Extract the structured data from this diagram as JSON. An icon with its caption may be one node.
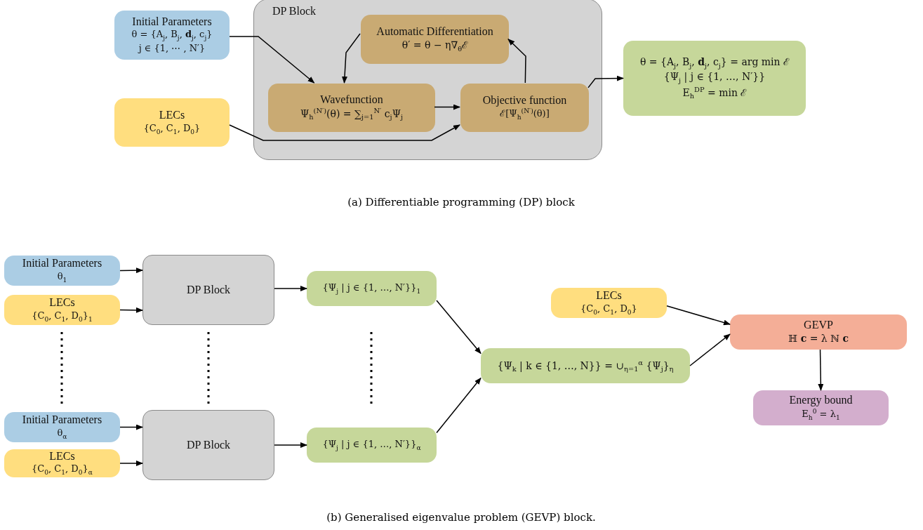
{
  "diagram": {
    "nodes": [
      {
        "text": [
          "Initial Parameters",
          "θ = {A$_{j}$, B$_{j}$, **d**$_{j}$, c$_{j}$}",
          "j ∈ {1, ⋯ , N′}"
        ]
      },
      {
        "text": [
          "LECs",
          "{C$_{0}$, C$_{1}$, D$_{0}$}"
        ]
      },
      {
        "text": [
          "DP Block"
        ]
      },
      {
        "text": [
          "Automatic Differentiation",
          "θ′ = θ − η∇$_{θ}$ℰ"
        ],
        "in": 2
      },
      {
        "text": [
          "Wavefunction",
          "Ψ$_{h}$$^{(N′)}$(θ) = ∑$_{j=1}$$^{N′}$ c$_{j}$Ψ$_{j}$"
        ],
        "in": 2
      },
      {
        "text": [
          "Objective function",
          "ℰ[Ψ$_{h}$$^{(N′)}$(θ)]"
        ],
        "in": 2
      },
      {
        "text": [
          "θ = {A$_{j}$, B$_{j}$, **d**$_{j}$, c$_{j}$} = arg min ℰ",
          "{Ψ$_{j}$ | j ∈ {1, …, N′}}",
          "E$_{h}$$^{DP}$ = min ℰ"
        ]
      },
      {
        "text": [
          "Initial Parameters",
          "θ$_{1}$"
        ]
      },
      {
        "text": [
          "LECs",
          "{C$_{0}$, C$_{1}$, D$_{0}$}$_{1}$"
        ]
      },
      {
        "text": [
          "DP Block"
        ]
      },
      {
        "text": [
          "{Ψ$_{j}$ | j ∈ {1, …, N′}}$_{1}$"
        ]
      },
      {
        "text": [
          "Initial Parameters",
          "θ$_{α}$"
        ]
      },
      {
        "text": [
          "LECs",
          "{C$_{0}$, C$_{1}$, D$_{0}$}$_{α}$"
        ]
      },
      {
        "text": [
          "DP Block"
        ]
      },
      {
        "text": [
          "{Ψ$_{j}$ | j ∈ {1, …, N′}}$_{α}$"
        ]
      },
      {
        "text": [
          "LECs",
          "{C$_{0}$, C$_{1}$, D$_{0}$}"
        ]
      },
      {
        "text": [
          "{Ψ$_{k}$ | k ∈ {1, …, N}} = ∪$_{η=1}$$^{α}$ {Ψ$_{j}$}$_{η}$"
        ]
      },
      {
        "text": [
          "GEVP",
          "ℍ **c** = λ ℕ **c**"
        ]
      },
      {
        "text": [
          "Energy bound",
          "E$_{h}$$^{0}$ = λ$_{1}$"
        ]
      }
    ],
    "edges": [
      {
        "from": 0,
        "to": 4,
        "arrow": "to"
      },
      {
        "from": 1,
        "to": 5,
        "arrow": "to"
      },
      {
        "from": 3,
        "to": 4,
        "arrow": "to"
      },
      {
        "from": 4,
        "to": 5,
        "arrow": "to"
      },
      {
        "from": 5,
        "to": 3,
        "arrow": "to"
      },
      {
        "from": 5,
        "to": 6,
        "arrow": "to"
      },
      {
        "from": 7,
        "to": 9,
        "arrow": "to"
      },
      {
        "from": 8,
        "to": 9,
        "arrow": "to"
      },
      {
        "from": 9,
        "to": 10,
        "arrow": "to"
      },
      {
        "from": 11,
        "to": 13,
        "arrow": "to"
      },
      {
        "from": 12,
        "to": 13,
        "arrow": "to"
      },
      {
        "from": 13,
        "to": 14,
        "arrow": "to"
      },
      {
        "from": 10,
        "to": 16,
        "arrow": "to"
      },
      {
        "from": 14,
        "to": 16,
        "arrow": "to"
      },
      {
        "from": 15,
        "to": 17,
        "arrow": "to"
      },
      {
        "from": 16,
        "to": 17,
        "arrow": "to"
      },
      {
        "from": 17,
        "to": 18,
        "arrow": "to"
      }
    ],
    "labels": [
      "(a) Differentiable programming (DP) block",
      "(b) Generalised eigenvalue problem (GEVP) block."
    ]
  }
}
